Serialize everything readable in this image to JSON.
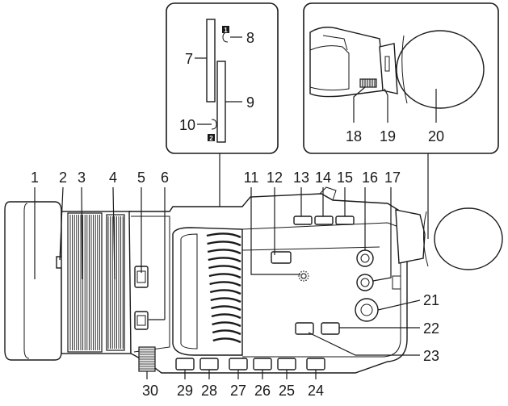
{
  "callouts": {
    "c1": "1",
    "c2": "2",
    "c3": "3",
    "c4": "4",
    "c5": "5",
    "c6": "6",
    "c7": "7",
    "c8": "8",
    "c9": "9",
    "c10": "10",
    "c11": "11",
    "c12": "12",
    "c13": "13",
    "c14": "14",
    "c15": "15",
    "c16": "16",
    "c17": "17",
    "c18": "18",
    "c19": "19",
    "c20": "20",
    "c21": "21",
    "c22": "22",
    "c23": "23",
    "c24": "24",
    "c25": "25",
    "c26": "26",
    "c27": "27",
    "c28": "28",
    "c29": "29",
    "c30": "30"
  },
  "slot_badges": {
    "slot1": "1",
    "slot2": "2"
  },
  "colors": {
    "line": "#1a1a1a",
    "body_fill": "#ffffff",
    "shade": "#e6e6e6"
  }
}
